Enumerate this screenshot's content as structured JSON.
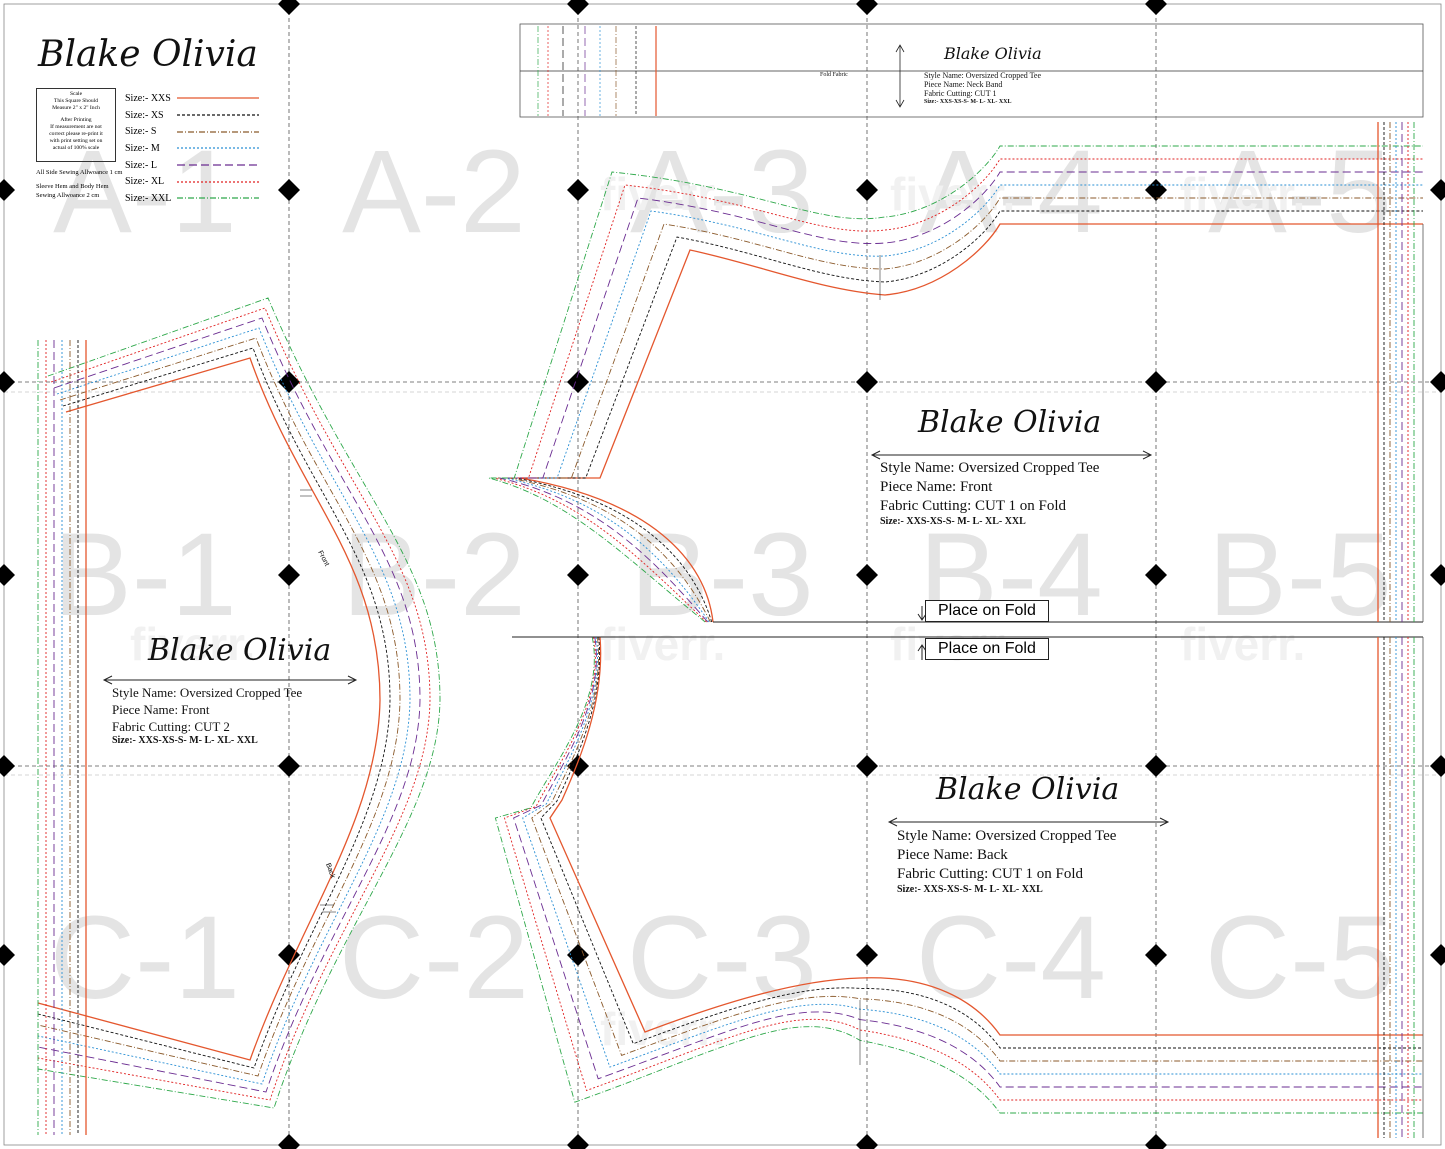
{
  "tiles": [
    {
      "id": "A-1",
      "row": 0,
      "col": 0
    },
    {
      "id": "A-2",
      "row": 0,
      "col": 1
    },
    {
      "id": "A-3",
      "row": 0,
      "col": 2
    },
    {
      "id": "A-4",
      "row": 0,
      "col": 3
    },
    {
      "id": "A-5",
      "row": 0,
      "col": 4
    },
    {
      "id": "B-1",
      "row": 1,
      "col": 0
    },
    {
      "id": "B-2",
      "row": 1,
      "col": 1
    },
    {
      "id": "B-3",
      "row": 1,
      "col": 2
    },
    {
      "id": "B-4",
      "row": 1,
      "col": 3
    },
    {
      "id": "B-5",
      "row": 1,
      "col": 4
    },
    {
      "id": "C-1",
      "row": 2,
      "col": 0
    },
    {
      "id": "C-2",
      "row": 2,
      "col": 1
    },
    {
      "id": "C-3",
      "row": 2,
      "col": 2
    },
    {
      "id": "C-4",
      "row": 2,
      "col": 3
    },
    {
      "id": "C-5",
      "row": 2,
      "col": 4
    }
  ],
  "watermark": "fiverr.",
  "signature": "Blake Olivia",
  "scale_box": {
    "line1": "Scale",
    "line2": "This Square Should",
    "line3": "Measure 2\" x 2\" Inch",
    "line4": "After Printing",
    "line5": "If measurement are not",
    "line6": "correct please re-print it",
    "line7": "with print setting set on",
    "line8": "actual of 100% scale"
  },
  "notes": {
    "side_allowance": "All Side Sewing Allwoance 1 cm",
    "hem_line1": "Sleeve Hem and Body Hem",
    "hem_line2": "Sewing Allwoance 2 cm"
  },
  "sizes": [
    {
      "label": "Size:- XXS",
      "color": "#e4572e",
      "dash": ""
    },
    {
      "label": "Size:- XS",
      "color": "#111111",
      "dash": "3,2"
    },
    {
      "label": "Size:- S",
      "color": "#8b5a2b",
      "dash": "6,2,1,2"
    },
    {
      "label": "Size:- M",
      "color": "#2a8fd4",
      "dash": "2,2"
    },
    {
      "label": "Size:- L",
      "color": "#6a2c91",
      "dash": "8,4"
    },
    {
      "label": "Size:- XL",
      "color": "#e02020",
      "dash": "2,2"
    },
    {
      "label": "Size:- XXL",
      "color": "#2ea84a",
      "dash": "6,2,1,2"
    }
  ],
  "neck_band": {
    "fold_label": "Fold Fabric",
    "style": "Style Name: Oversized Cropped Tee",
    "piece": "Piece Name: Neck Band",
    "cutting": "Fabric Cutting: CUT 1",
    "sizes": "Size:- XXS-XS-S- M- L- XL- XXL"
  },
  "front_fold": {
    "style": "Style Name: Oversized Cropped Tee",
    "piece": "Piece Name: Front",
    "cutting": "Fabric Cutting: CUT 1 on Fold",
    "sizes": "Size:- XXS-XS-S- M- L- XL- XXL"
  },
  "front_side": {
    "style": "Style Name: Oversized Cropped Tee",
    "piece": "Piece Name: Front",
    "cutting": "Fabric Cutting: CUT 2",
    "sizes": "Size:- XXS-XS-S- M- L- XL- XXL"
  },
  "back": {
    "style": "Style Name: Oversized Cropped Tee",
    "piece": "Piece Name: Back",
    "cutting": "Fabric Cutting: CUT 1 on Fold",
    "sizes": "Size:- XXS-XS-S- M- L- XL- XXL"
  },
  "place_on_fold_top": "Place on Fold",
  "place_on_fold_bottom": "Place on Fold",
  "curve_label_front": "Front",
  "curve_label_back": "Back"
}
